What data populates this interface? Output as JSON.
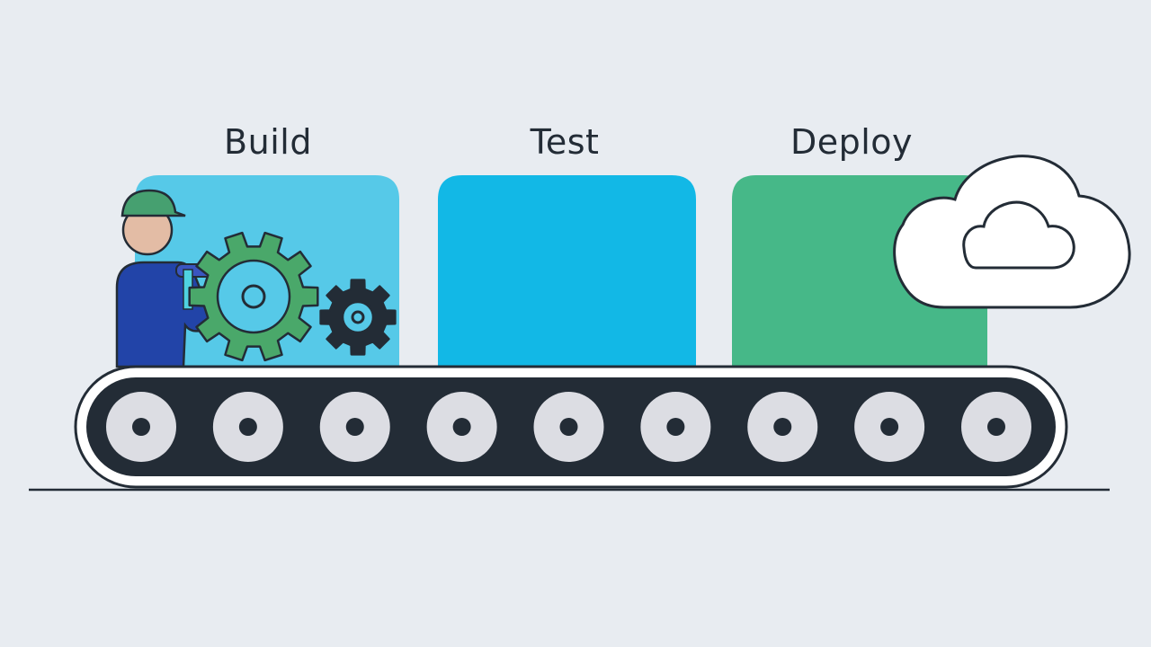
{
  "stages": [
    {
      "id": "build",
      "label": "Build",
      "color": "#56c9e8"
    },
    {
      "id": "test",
      "label": "Test",
      "color": "#12b8e6"
    },
    {
      "id": "deploy",
      "label": "Deploy",
      "color": "#46b888"
    }
  ],
  "colors": {
    "background": "#e8ecf1",
    "belt": "#232c36",
    "roller": "#dcdde3",
    "gear_large": "#4aa86a",
    "gear_small": "#232c36",
    "worker_body": "#2244a8",
    "worker_helmet": "#46a070",
    "cloud_outline": "#232c36"
  },
  "icons": [
    "worker-icon",
    "gear-icon",
    "cloud-icon"
  ],
  "roller_count": 9
}
